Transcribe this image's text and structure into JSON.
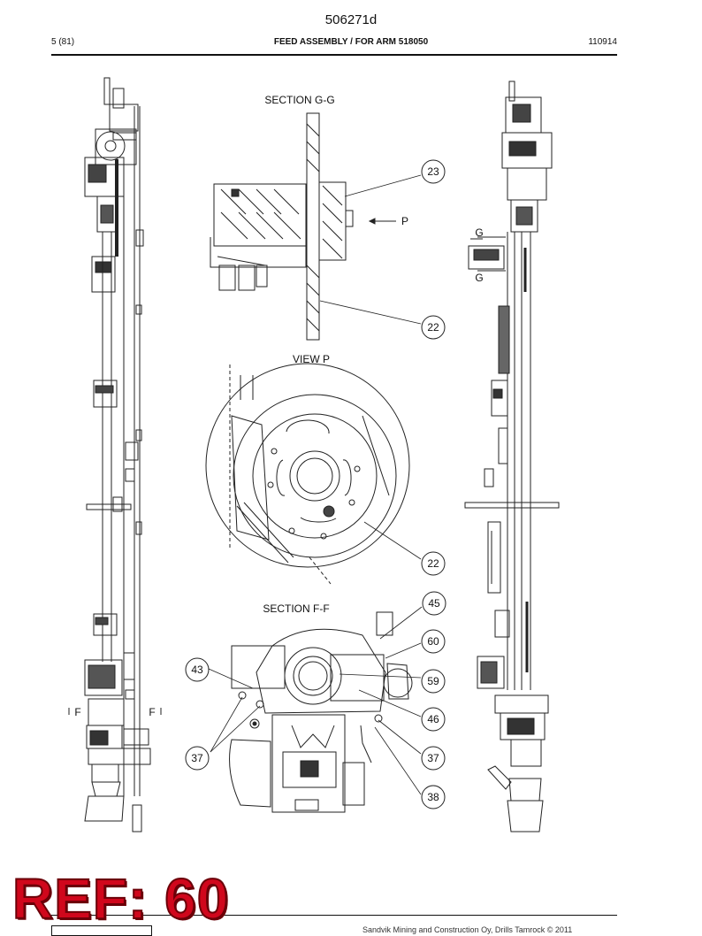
{
  "header": {
    "doc_number": "506271d",
    "page": "5 (81)",
    "title": "FEED ASSEMBLY / FOR ARM 518050",
    "date_code": "110914"
  },
  "sections": {
    "section_gg": "SECTION  G-G",
    "view_p": "VIEW  P",
    "section_ff": "SECTION  F-F"
  },
  "markers": {
    "p": "P",
    "g_top": "G",
    "g_bottom": "G",
    "f_left": "F",
    "f_right": "F"
  },
  "callouts": {
    "c23": "23",
    "c22_top": "22",
    "c22_mid": "22",
    "c45": "45",
    "c60": "60",
    "c43": "43",
    "c59": "59",
    "c46": "46",
    "c37_left": "37",
    "c37_right": "37",
    "c38": "38"
  },
  "ref_badge": "REF: 60",
  "footer": {
    "copyright": "Sandvik Mining and Construction Oy, Drills Tamrock © 2011"
  }
}
